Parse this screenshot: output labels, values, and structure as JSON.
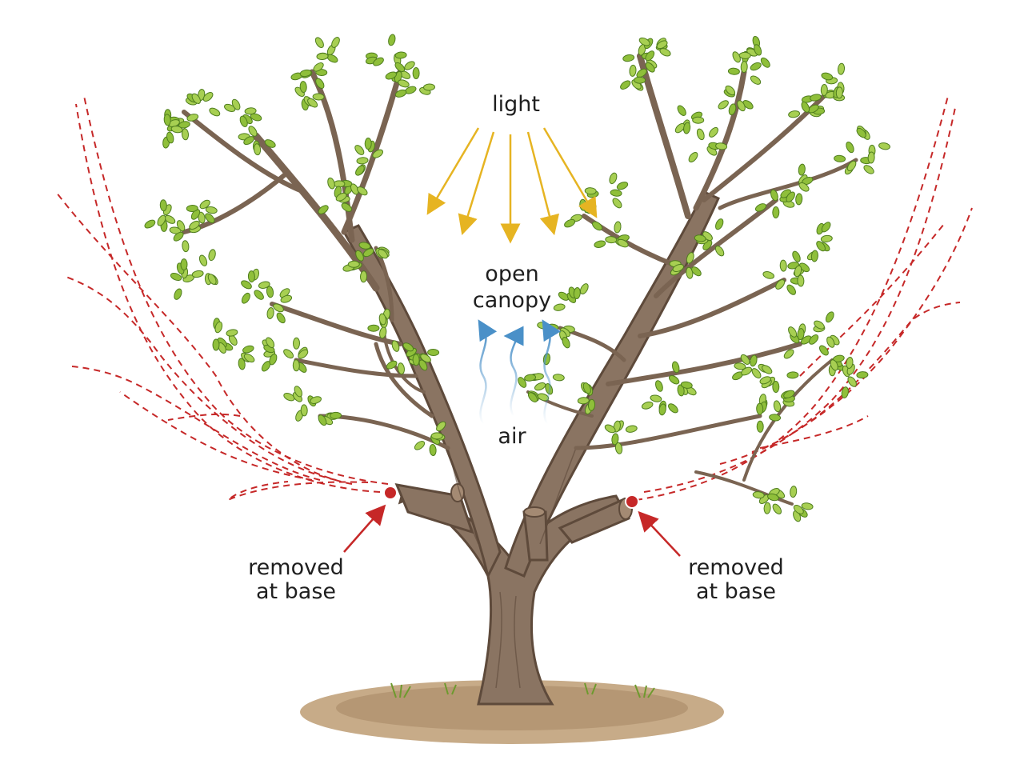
{
  "labels": {
    "light": "light",
    "canopy_line1": "open",
    "canopy_line2": "canopy",
    "air": "air",
    "removed_left_line1": "removed",
    "removed_left_line2": "at base",
    "removed_right_line1": "removed",
    "removed_right_line2": "at base"
  },
  "colors": {
    "bark": "#8a7462",
    "bark_dark": "#5e4a3b",
    "leaf": "#8fbf3a",
    "leaf_dark": "#4f7d1e",
    "light_arrow": "#e6b422",
    "air_arrow": "#4a90c8",
    "cut_line": "#c62828",
    "ground": "#b89a78"
  },
  "icons": {
    "light_rays": "arrow-down-icon",
    "air_flow": "wavy-arrow-up-icon",
    "cut_mark": "red-dot-icon"
  }
}
